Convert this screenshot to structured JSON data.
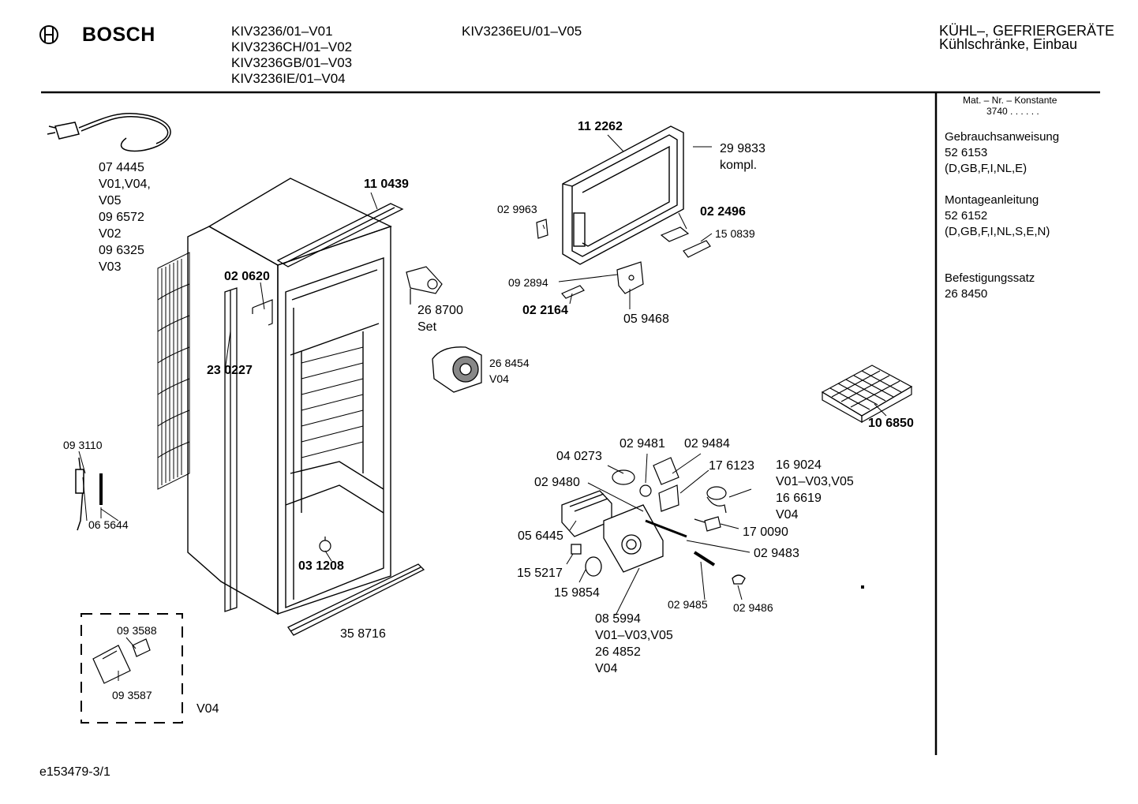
{
  "header": {
    "brand": "BOSCH",
    "models_left": [
      "KIV3236/01–V01",
      "KIV3236CH/01–V02",
      "KIV3236GB/01–V03",
      "KIV3236IE/01–V04"
    ],
    "model_right": "KIV3236EU/01–V05",
    "category_line1": "KÜHL–, GEFRIERGERÄTE",
    "category_line2": "Kühlschränke, Einbau"
  },
  "sidebar": {
    "mat_label": "Mat. – Nr. – Konstante",
    "mat_value": "3740 . .  . . . .",
    "items": [
      {
        "title": "Gebrauchsanweisung",
        "number": "52 6153",
        "langs": "(D,GB,F,I,NL,E)"
      },
      {
        "title": "Montageanleitung",
        "number": "52 6152",
        "langs": "(D,GB,F,I,NL,S,E,N)"
      },
      {
        "title": "Befestigungssatz",
        "number": "26 8450"
      }
    ]
  },
  "footer": {
    "diagram_id": "e153479-3/1"
  },
  "parts": {
    "p074445": "07 4445",
    "cable_v1": "V01,V04,",
    "cable_v2": "V05",
    "p096572": "09 6572",
    "cable_v3": "V02",
    "p096325": "09 6325",
    "cable_v4": "V03",
    "p110439": "11 0439",
    "p020620": "02 0620",
    "p230227": "23 0227",
    "p093110": "09 3110",
    "p065644": "06 5644",
    "p031208": "03 1208",
    "p358716": "35 8716",
    "p093588": "09 3588",
    "p093587": "09 3587",
    "box_v04": "V04",
    "p268700": "26 8700",
    "set": "Set",
    "p268454": "26 8454",
    "fan_v04": "V04",
    "p112262": "11 2262",
    "p299833": "29 9833",
    "kompl": "kompl.",
    "p029963": "02 9963",
    "p022496": "02 2496",
    "p150839": "15 0839",
    "p092894": "09 2894",
    "p022164": "02 2164",
    "p059468": "05 9468",
    "p106850": "10 6850",
    "p040273": "04 0273",
    "p029481": "02 9481",
    "p029484": "02 9484",
    "p176123": "17 6123",
    "p169024": "16 9024",
    "v01v03v05_a": "V01–V03,V05",
    "p166619": "16 6619",
    "v04_a": "V04",
    "p029480": "02 9480",
    "p170090": "17 0090",
    "p056445": "05 6445",
    "p029483": "02 9483",
    "p155217": "15 5217",
    "p159854": "15 9854",
    "p029485": "02 9485",
    "p029486": "02 9486",
    "p085994": "08 5994",
    "v01v03v05_b": "V01–V03,V05",
    "p264852": "26 4852",
    "v04_b": "V04"
  }
}
